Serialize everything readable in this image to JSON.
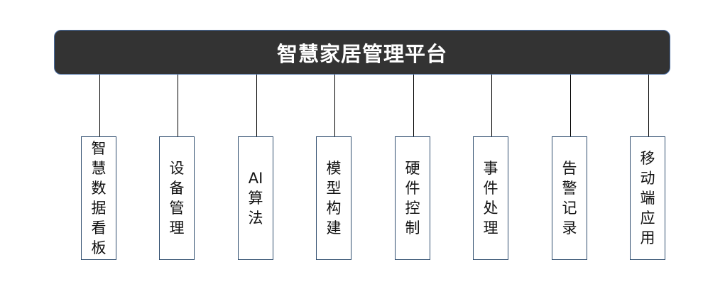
{
  "diagram": {
    "root": "智慧家居管理平台",
    "children": [
      "智慧数据看板",
      "设备管理",
      "AI算法",
      "模型构建",
      "硬件控制",
      "事件处理",
      "告警记录",
      "移动端应用"
    ]
  },
  "colors": {
    "root_fill": "#333333",
    "root_border": "#4a6fa5",
    "child_border": "#2f4d6e",
    "connector": "#000000"
  }
}
